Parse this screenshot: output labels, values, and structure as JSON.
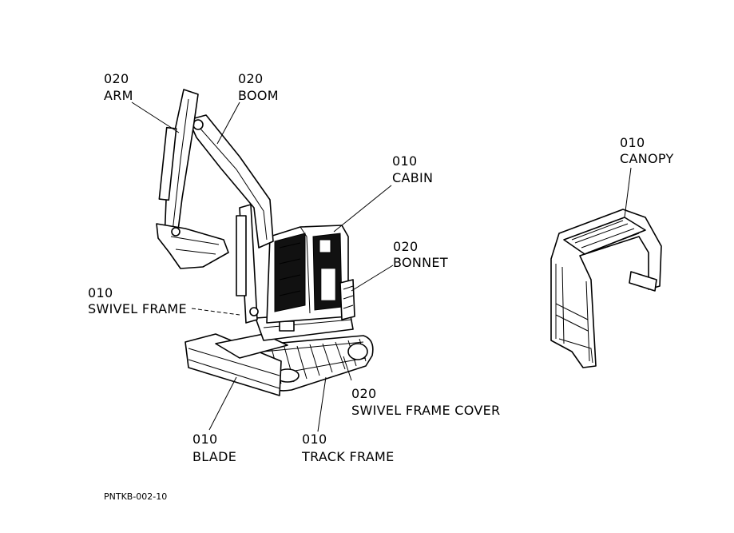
{
  "labels": {
    "arm": {
      "num": "020",
      "name": "ARM"
    },
    "boom": {
      "num": "020",
      "name": "BOOM"
    },
    "cabin": {
      "num": "010",
      "name": "CABIN"
    },
    "canopy": {
      "num": "010",
      "name": "CANOPY"
    },
    "bonnet": {
      "num": "020",
      "name": "BONNET"
    },
    "swivel_frame": {
      "num": "010",
      "name": "SWIVEL FRAME"
    },
    "swivel_frame_cover": {
      "num": "020",
      "name": "SWIVEL FRAME COVER"
    },
    "blade": {
      "num": "010",
      "name": "BLADE"
    },
    "track_frame": {
      "num": "010",
      "name": "TRACK FRAME"
    }
  },
  "figure_code": "PNTKB-002-10"
}
